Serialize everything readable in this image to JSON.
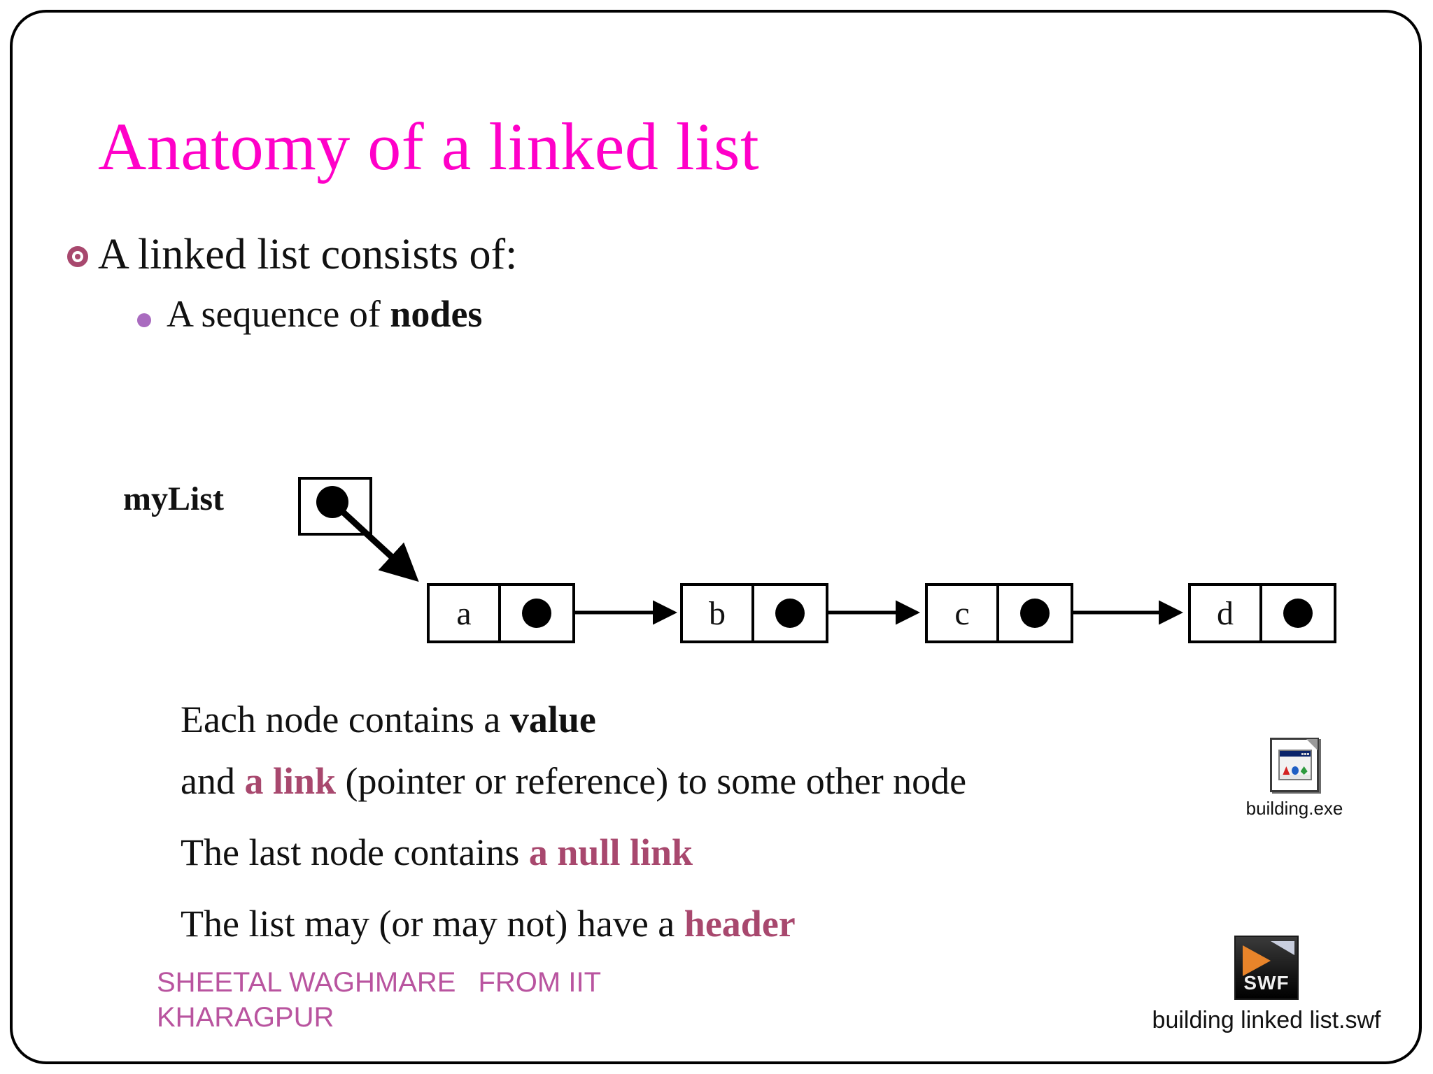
{
  "slide": {
    "title": "Anatomy of a linked list",
    "title_color": "#FF00C8",
    "accent_color": "#A8486E",
    "footer_color": "#B9549F",
    "bullet_l1_color": "#A8486E",
    "bullet_l2_color": "#A96BBF"
  },
  "bullets": {
    "level1": "A linked list consists of:",
    "level2_prefix": "A sequence of ",
    "level2_bold": "nodes"
  },
  "diagram": {
    "pointer_label": "myList",
    "nodes": [
      {
        "value": "a",
        "has_link": true
      },
      {
        "value": "b",
        "has_link": true
      },
      {
        "value": "c",
        "has_link": true
      },
      {
        "value": "d",
        "has_link": false
      }
    ]
  },
  "body": {
    "line1_prefix": "Each node contains a ",
    "line1_bold": "value",
    "line2_prefix": "and ",
    "line2_accent": "a link",
    "line2_suffix": " (pointer or reference) to some other node",
    "line3_prefix": "The last node contains ",
    "line3_accent": "a null link",
    "line4_prefix": "The list may (or may not) have a ",
    "line4_accent": "header"
  },
  "footer": {
    "line1_a": "SHEETAL WAGHMARE",
    "line1_b": "FROM IIT",
    "line2": "KHARAGPUR"
  },
  "attachments": [
    {
      "caption": "building.exe",
      "icon": "exe-file-icon"
    },
    {
      "caption": "building linked list.swf",
      "icon": "swf-file-icon"
    }
  ]
}
